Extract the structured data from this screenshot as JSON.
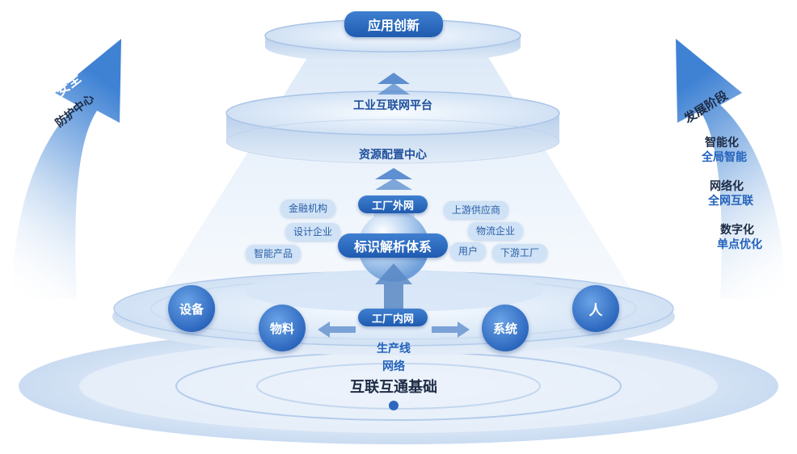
{
  "layers": {
    "app_innovation": "应用创新",
    "platform": "工业互联网平台",
    "resource_center": "资源配置中心",
    "external_network": "工厂外网",
    "identifier_system": "标识解析体系",
    "internal_network": "工厂内网",
    "production_line": "生产线",
    "network": "网络",
    "foundation": "互联互通基础"
  },
  "external_tags": {
    "finance": "金融机构",
    "design": "设计企业",
    "smart_products": "智能产品",
    "upstream": "上游供应商",
    "logistics": "物流企业",
    "users": "用户",
    "downstream": "下游工厂"
  },
  "internal_nodes": {
    "equipment": "设备",
    "materials": "物料",
    "systems": "系统",
    "people": "人"
  },
  "left_arrow": {
    "title": "安全",
    "subtitle": "防护中心"
  },
  "right_arrow": {
    "title": "发展阶段",
    "stages": [
      {
        "name": "智能化",
        "desc": "全局智能"
      },
      {
        "name": "网络化",
        "desc": "全网互联"
      },
      {
        "name": "数字化",
        "desc": "单点优化"
      }
    ]
  },
  "colors": {
    "primary": "#2d68bf",
    "dark_pill": "#1f5bb0",
    "light_disc": "#d6e5f7",
    "arrow_dark": "#3d7fd2",
    "arrow_light": "#e3edf9"
  }
}
